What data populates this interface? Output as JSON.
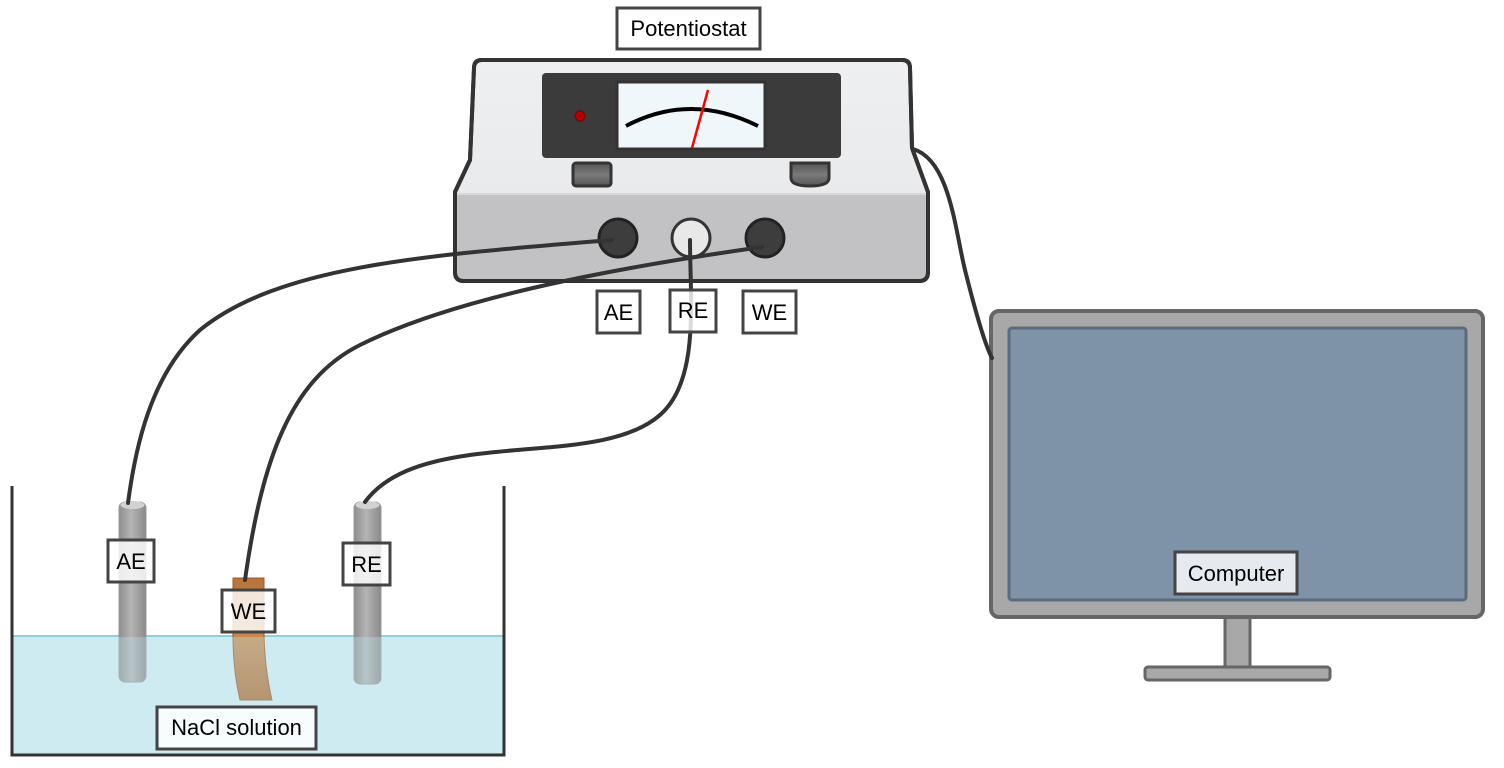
{
  "diagram": {
    "title": "Three-electrode electrochemical cell setup",
    "potentiostat": {
      "label": "Potentiostat",
      "port_labels": [
        "AE",
        "RE",
        "WE"
      ],
      "indicator_color": "#b00000",
      "needle_color": "#ff0000"
    },
    "computer": {
      "label": "Computer",
      "screen_color": "#7f93a8"
    },
    "cell": {
      "solution_label": "NaCl solution",
      "solution_color": "#d8eef4",
      "electrodes": [
        {
          "id": "AE",
          "label": "AE",
          "material": "gray rod"
        },
        {
          "id": "WE",
          "label": "WE",
          "material": "copper strip"
        },
        {
          "id": "RE",
          "label": "RE",
          "material": "gray rod"
        }
      ]
    },
    "connections": [
      {
        "from": "Potentiostat AE port",
        "to": "AE electrode"
      },
      {
        "from": "Potentiostat RE port",
        "to": "RE electrode"
      },
      {
        "from": "Potentiostat WE port",
        "to": "WE electrode"
      },
      {
        "from": "Potentiostat",
        "to": "Computer"
      }
    ]
  }
}
